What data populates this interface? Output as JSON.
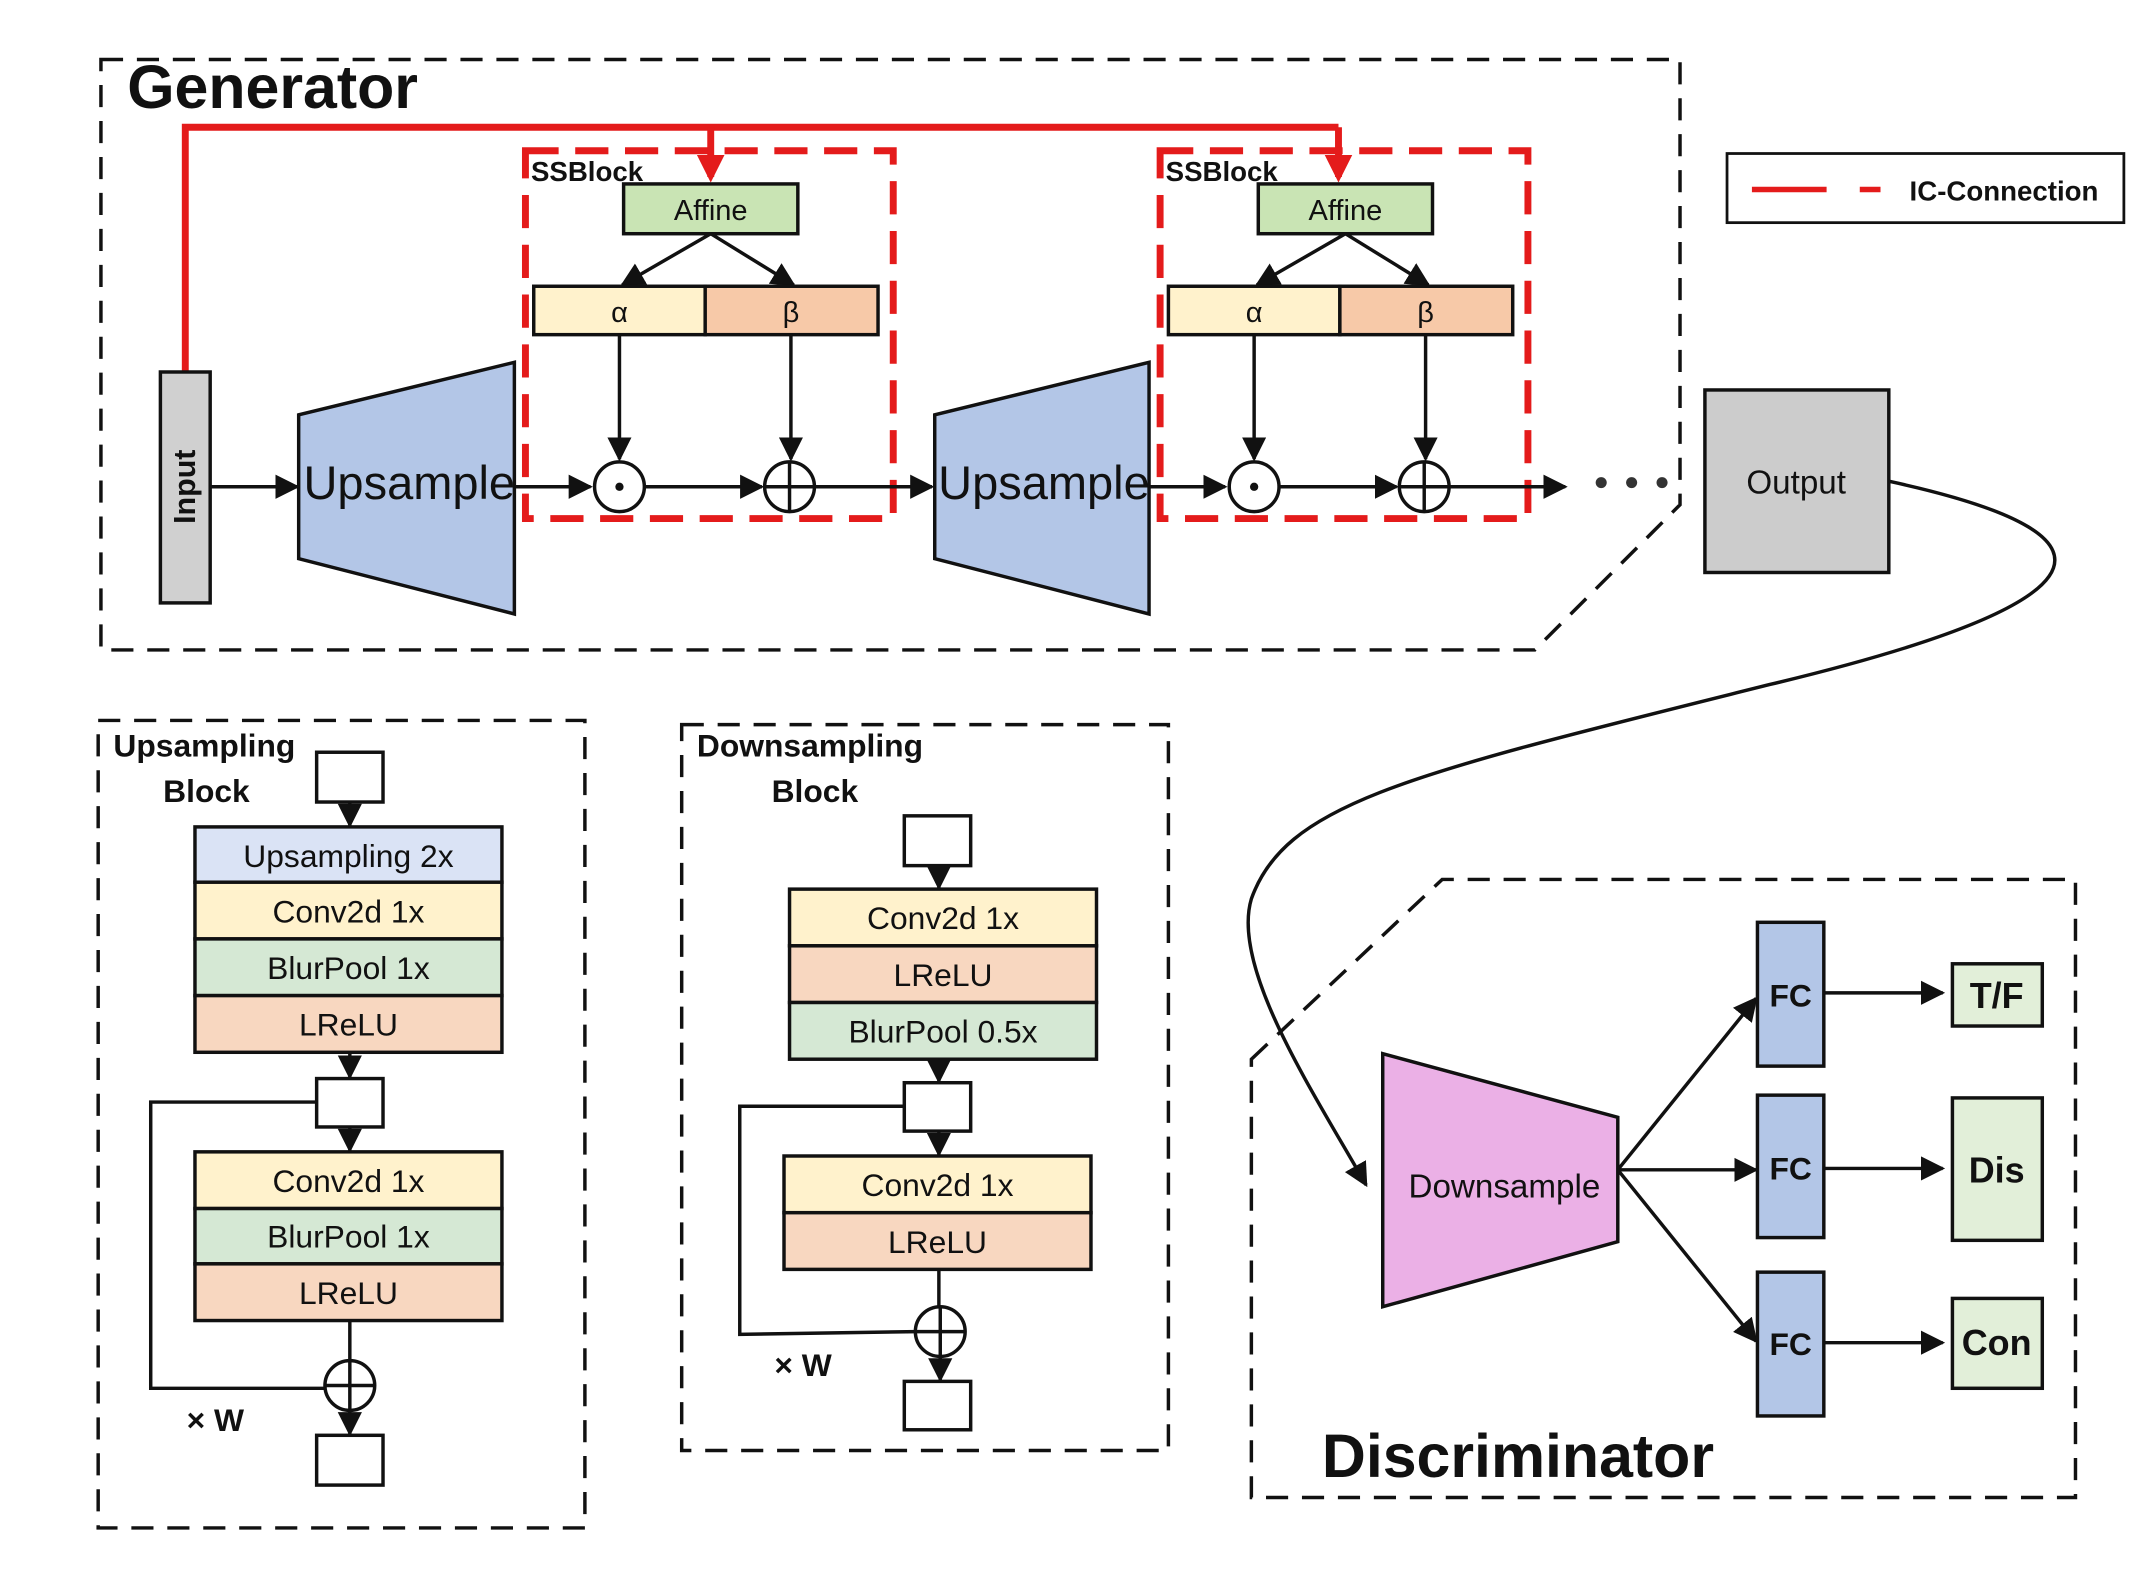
{
  "generator": {
    "title": "Generator",
    "input_label": "Input",
    "upsample_label": "Upsample",
    "ssblock_label": "SSBlock",
    "affine_label": "Affine",
    "alpha_label": "α",
    "beta_label": "β",
    "multiply_symbol": "⊙",
    "add_symbol": "⊕",
    "ellipsis": "• • •",
    "output_label": "Output"
  },
  "legend": {
    "ic_connection_label": "IC-Connection"
  },
  "upsampling_block": {
    "title_line1": "Upsampling",
    "title_line2": "Block",
    "layers_top": [
      "Upsampling 2x",
      "Conv2d 1x",
      "BlurPool 1x",
      "LReLU"
    ],
    "layers_bottom": [
      "Conv2d 1x",
      "BlurPool 1x",
      "LReLU"
    ],
    "repeat_label": "× W"
  },
  "downsampling_block": {
    "title_line1": "Downsampling",
    "title_line2": "Block",
    "layers_top": [
      "Conv2d 1x",
      "LReLU",
      "BlurPool 0.5x"
    ],
    "layers_bottom": [
      "Conv2d 1x",
      "LReLU"
    ],
    "repeat_label": "× W"
  },
  "discriminator": {
    "title": "Discriminator",
    "downsample_label": "Downsample",
    "fc_label": "FC",
    "outputs": [
      "T/F",
      "Dis",
      "Con"
    ]
  },
  "colors": {
    "ic_connection": "#e41b1b",
    "upsample_fill": "#b3c6e7",
    "downsample_fill": "#ebb0e6",
    "input_fill": "#d0d0d0",
    "output_fill": "#cccccc",
    "affine_fill": "#c9e4b4",
    "alpha_fill": "#fff2cc",
    "beta_fill": "#f7c9a8",
    "upsampling_fill": "#dae3f5",
    "conv_fill": "#fff2cc",
    "blurpool_fill": "#d5e8d4",
    "lrelu_fill": "#f8d7c0",
    "fc_fill": "#b3c6e7",
    "out_fill": "#e2efd9"
  }
}
